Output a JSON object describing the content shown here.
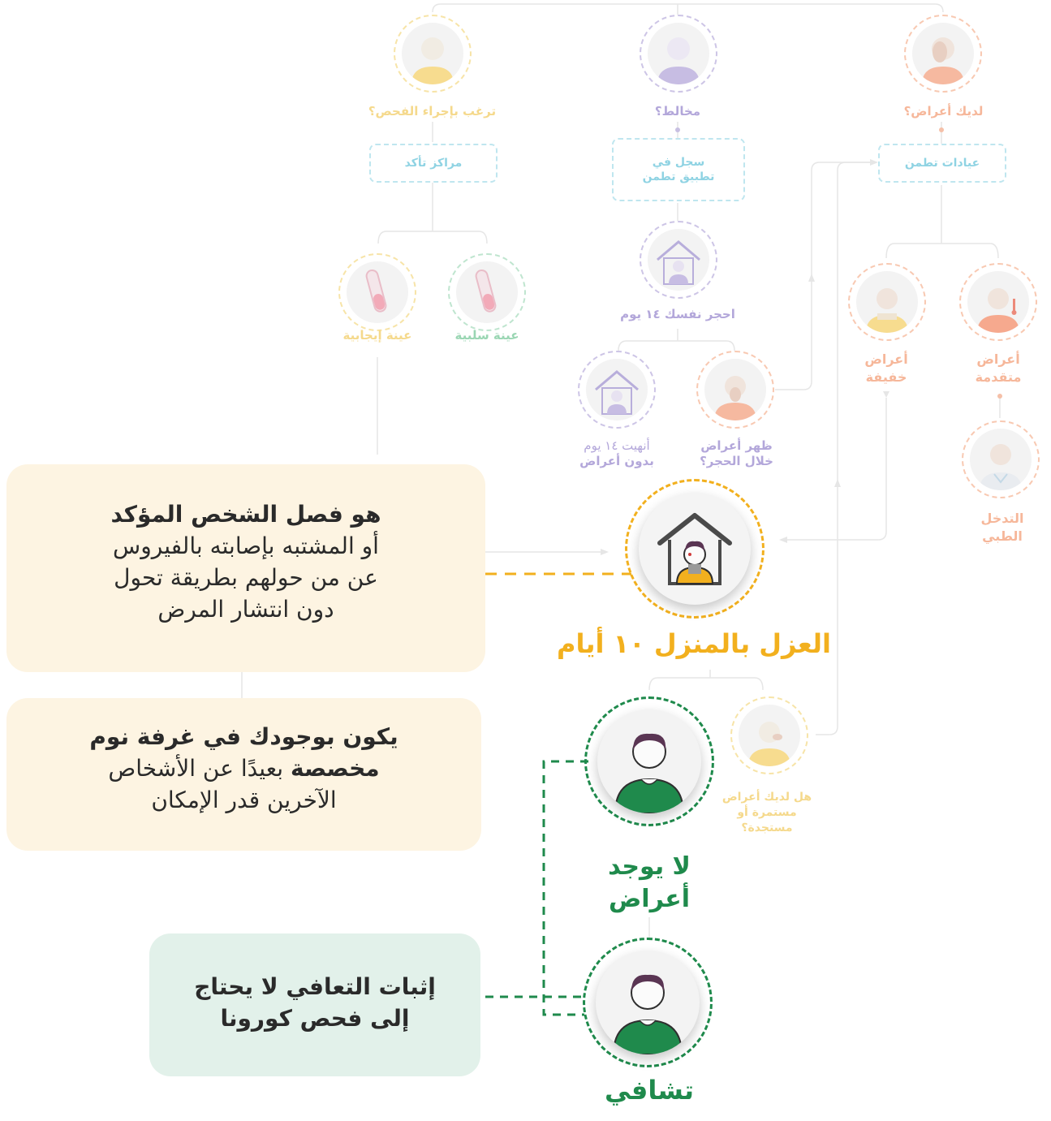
{
  "colors": {
    "orange": "#f4a77f",
    "purple": "#a89ad1",
    "yellow": "#f4c542",
    "teal": "#7ed2e2",
    "green": "#8fcfa6",
    "dark_green": "#1f8a4c",
    "gold": "#f2b01e",
    "pale_yellow": "#fdf4e2",
    "pale_green": "#e2f1ea"
  },
  "top": {
    "symptoms_q": "لديك أعراض؟",
    "contact_q": "مخالط؟",
    "test_q": "ترغب بإجراء الفحص؟",
    "tetamman_clinics": "عيادات تطمن",
    "register_app": [
      "سجل في",
      "تطبيق تطمن"
    ],
    "centers": "مراكز تأكد"
  },
  "branches": {
    "quarantine": "احجر نفسك ١٤ يوم",
    "advanced": [
      "أعراض",
      "متقدمة"
    ],
    "mild": [
      "أعراض",
      "خفيفة"
    ],
    "medical": [
      "التدخل",
      "الطبي"
    ],
    "neg_sample": "عينة سلبية",
    "pos_sample": "عينة إيجابية",
    "symptoms_during": [
      "ظهر أعراض",
      "خلال الحجر؟"
    ],
    "finished_l1": "أنهيت ١٤ يوم",
    "finished_l2": "بدون أعراض",
    "persistent": [
      "هل لديك أعراض",
      "مستمرة أو",
      "مستجدة؟"
    ]
  },
  "main": {
    "home_isolation": "العزل بالمنزل ١٠ أيام",
    "no_symptoms": [
      "لا يوجد",
      "أعراض"
    ],
    "recovered": "تشافي"
  },
  "panels": {
    "p1_bold": "هو فصل الشخص المؤكد",
    "p1_rest": [
      "أو المشتبه بإصابته بالفيروس",
      "عن من حولهم بطريقة تحول",
      "دون انتشار المرض"
    ],
    "p2_bold_1": "يكون بوجودك في غرفة نوم",
    "p2_bold_2": "مخصصة",
    "p2_rest_1": " بعيدًا عن الأشخاص",
    "p2_rest_2": "الآخرين قدر الإمكان",
    "p3": [
      "إثبات التعافي لا يحتاج",
      "إلى فحص كورونا"
    ]
  }
}
